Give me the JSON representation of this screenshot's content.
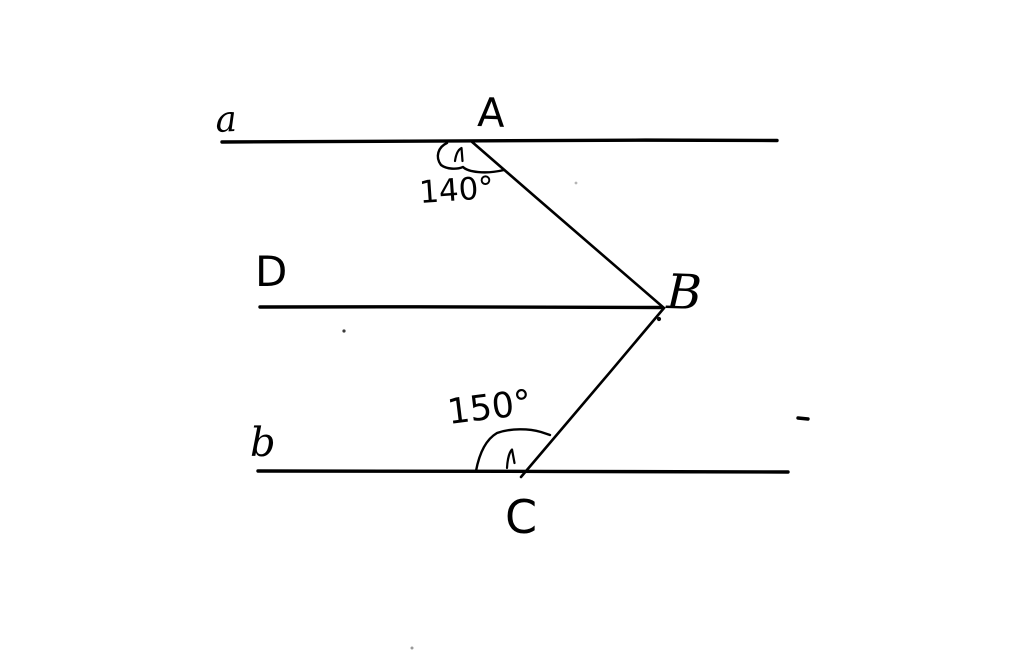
{
  "canvas": {
    "background_color": "#ffffff",
    "ink_color": "#000000"
  },
  "diagram": {
    "type": "hand-drawn geometry sketch",
    "description": "Two horizontal parallel lines a and b cut by a zigzag transversal A-B-C, with a middle horizontal ray D ending at vertex B; interior angles marked at A and C",
    "lines": [
      {
        "id": "line-a",
        "label": "a"
      },
      {
        "id": "line-d",
        "label": "D"
      },
      {
        "id": "line-b",
        "label": "b"
      }
    ],
    "points": [
      {
        "id": "point-A",
        "label": "A"
      },
      {
        "id": "point-B",
        "label": "B"
      },
      {
        "id": "point-C",
        "label": "C"
      }
    ],
    "angles": [
      {
        "id": "angle-A",
        "vertex": "A",
        "value": "140°"
      },
      {
        "id": "angle-C",
        "vertex": "C",
        "value": "150°"
      }
    ]
  }
}
